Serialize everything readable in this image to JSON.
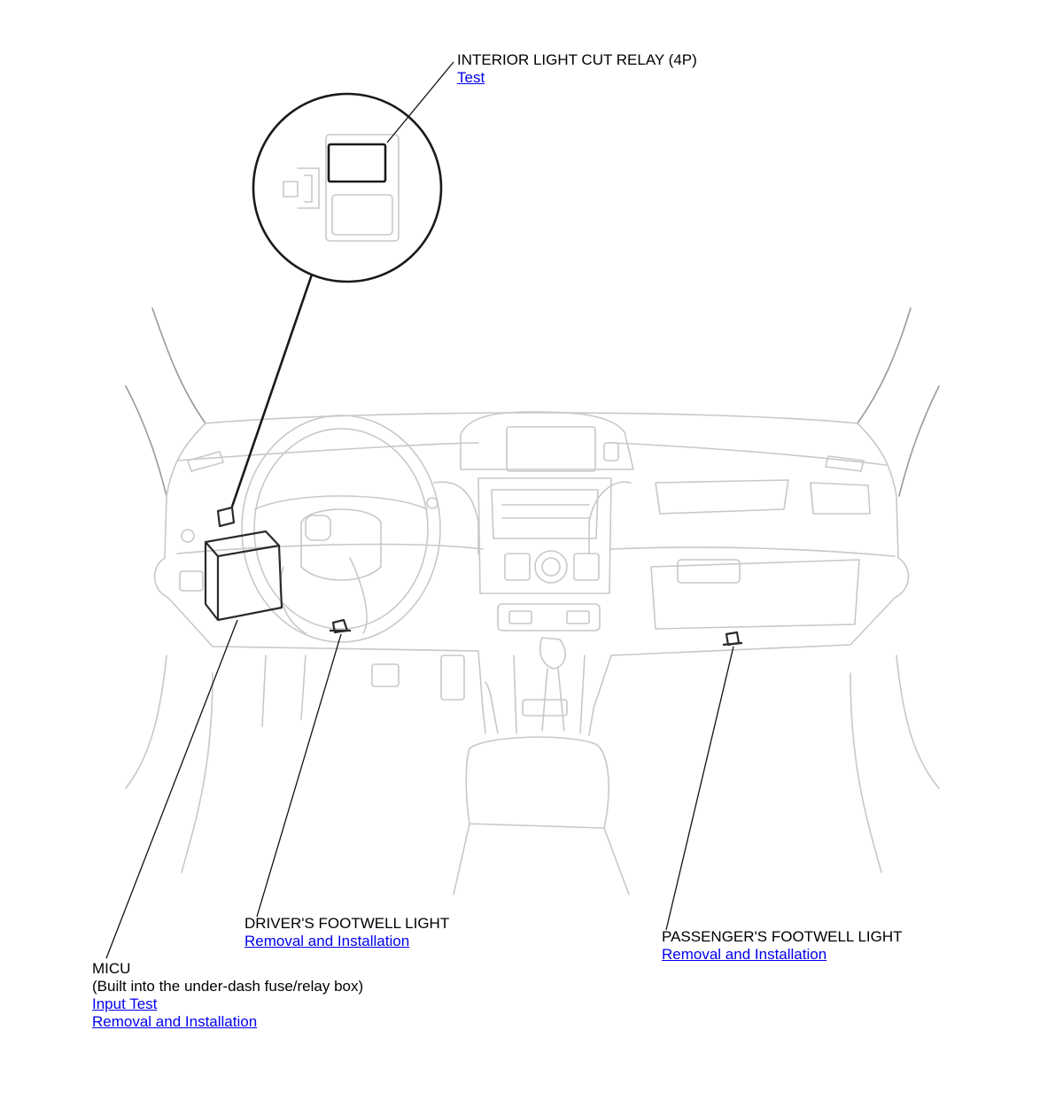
{
  "callouts": {
    "relay": {
      "title": "INTERIOR LIGHT CUT RELAY (4P)",
      "links": [
        "Test"
      ]
    },
    "driver_light": {
      "title": "DRIVER'S FOOTWELL LIGHT",
      "links": [
        "Removal and Installation"
      ]
    },
    "passenger_light": {
      "title": "PASSENGER'S FOOTWELL LIGHT",
      "links": [
        "Removal and Installation"
      ]
    },
    "micu": {
      "title": "MICU",
      "subtitle": "(Built into the under-dash fuse/relay box)",
      "links": [
        "Input Test",
        "Removal and Installation"
      ]
    }
  },
  "colors": {
    "link": "#0000ee",
    "outline_faint": "#c8c8c8",
    "outline_dark": "#2a2a2a"
  }
}
